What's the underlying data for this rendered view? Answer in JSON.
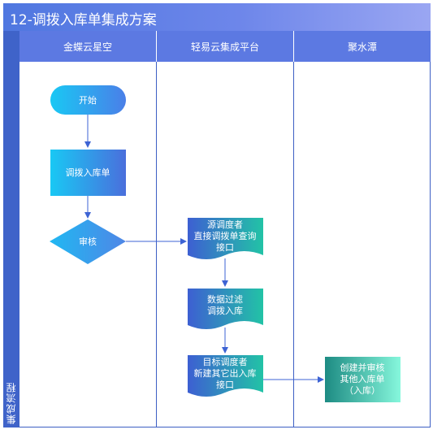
{
  "title": "12-调拨入库单集成方案",
  "sidebar_label": "集成流程",
  "lanes": [
    "金蝶云星空",
    "轻易云集成平台",
    "聚水潭"
  ],
  "nodes": {
    "start": "开始",
    "transfer_doc": "调拨入库单",
    "audit": "审核",
    "source_scheduler": [
      "源调度者",
      "直接调拨单查询",
      "接口"
    ],
    "data_filter": [
      "数据过滤",
      "调拨入库"
    ],
    "target_scheduler": [
      "目标调度者",
      "新建其它出入库",
      "接口"
    ],
    "create_audit": [
      "创建并审核",
      "其他入库单",
      "（入库）"
    ]
  },
  "colors": {
    "title_bar": "#4f77e0",
    "lane_header": "#5c79e2",
    "border": "#3d5fc4",
    "start_node": "#19c8f4",
    "process_blue": "#2aa8f0",
    "decision": "#2fa9ef",
    "doc_start": "#3d63d4",
    "doc_end": "#22c3a6",
    "result_start": "#1d8b83",
    "result_end": "#7ef5d6",
    "connector": "#3d63d4"
  }
}
